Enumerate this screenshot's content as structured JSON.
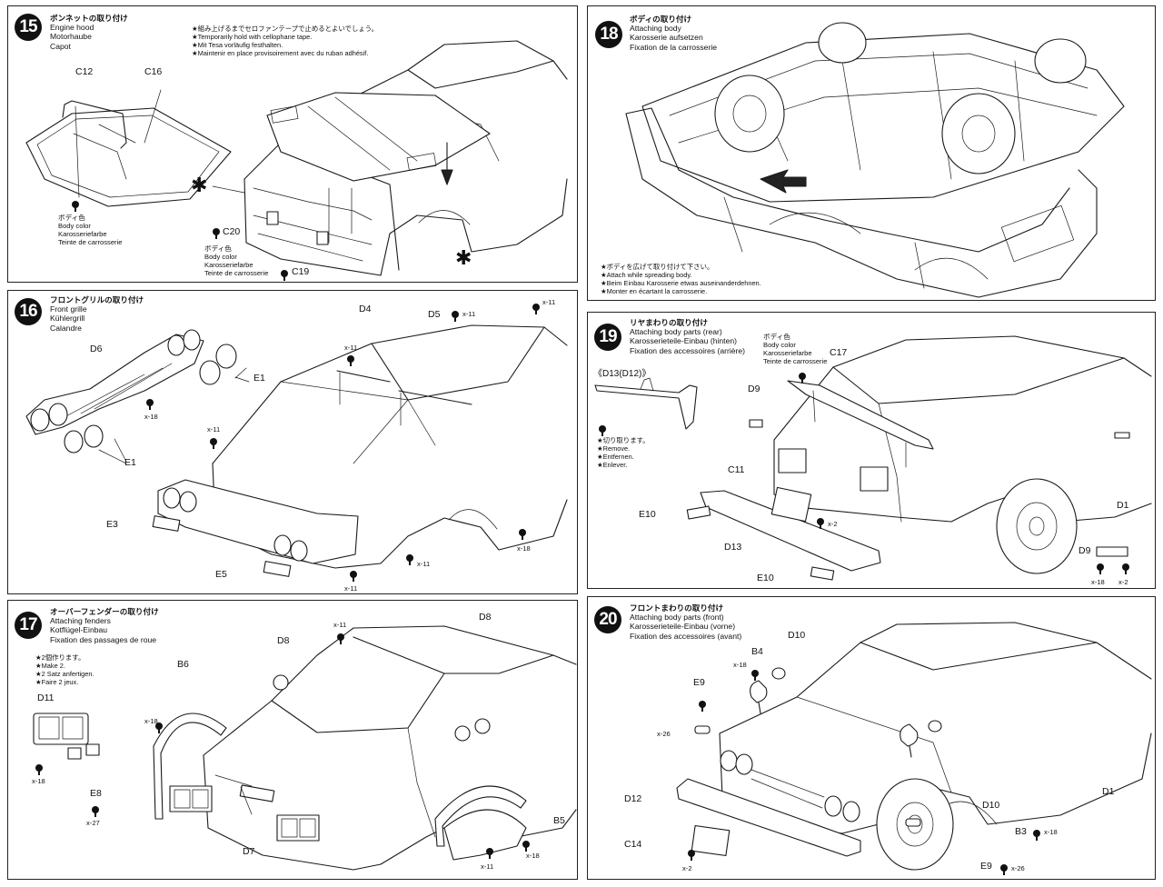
{
  "steps": {
    "s15": {
      "num": "15",
      "title_jp": "ボンネットの取り付け",
      "title_en": "Engine hood",
      "title_de": "Motorhaube",
      "title_fr": "Capot",
      "note": [
        "★組み上げるまでセロファンテープで止めるとよいでしょう。",
        "★Temporarily hold with cellophane tape.",
        "★Mit Tesa vorläufig festhalten.",
        "★Maintenir en place provisoirement avec du ruban adhésif."
      ],
      "labels": {
        "c12": "C12",
        "c16": "C16",
        "c20": "C20",
        "c19": "C19"
      },
      "paint1": [
        "ボディ色",
        "Body color",
        "Karosseriefarbe",
        "Teinte de carrosserie"
      ],
      "paint2": [
        "ボディ色",
        "Body color",
        "Karosseriefarbe",
        "Teinte de carrosserie"
      ]
    },
    "s16": {
      "num": "16",
      "title_jp": "フロントグリルの取り付け",
      "title_en": "Front grille",
      "title_de": "Kühlergrill",
      "title_fr": "Calandre",
      "labels": {
        "d6": "D6",
        "e1a": "E1",
        "e1b": "E1",
        "d4": "D4",
        "d5": "D5",
        "e3": "E3",
        "e5": "E5"
      },
      "x11": "x-11",
      "x18": "x-18"
    },
    "s17": {
      "num": "17",
      "title_jp": "オーバーフェンダーの取り付け",
      "title_en": "Attaching fenders",
      "title_de": "Kotflügel-Einbau",
      "title_fr": "Fixation des passages de roue",
      "note": [
        "★2個作ります。",
        "★Make 2.",
        "★2 Satz anfertigen.",
        "★Faire 2 jeux."
      ],
      "labels": {
        "d11": "D11",
        "e8": "E8",
        "b6": "B6",
        "d8a": "D8",
        "d8b": "D8",
        "d7": "D7",
        "b5": "B5"
      },
      "x11": "x-11",
      "x18": "x-18",
      "x27": "x-27"
    },
    "s18": {
      "num": "18",
      "title_jp": "ボディの取り付け",
      "title_en": "Attaching body",
      "title_de": "Karosserie aufsetzen",
      "title_fr": "Fixation de la carrosserie",
      "note": [
        "★ボディを広げて取り付けて下さい。",
        "★Attach while spreading body.",
        "★Beim Einbau Karosserie etwas auseinanderdehnen.",
        "★Monter en écartant la carrosserie."
      ]
    },
    "s19": {
      "num": "19",
      "title_jp": "リヤまわりの取り付け",
      "title_en": "Attaching body parts (rear)",
      "title_de": "Karosserieteile-Einbau (hinten)",
      "title_fr": "Fixation des accessoires (arrière)",
      "subpart": "《D13(D12)》",
      "note": [
        "★切り取ります。",
        "★Remove.",
        "★Entfernen.",
        "★Enlever."
      ],
      "paint": [
        "ボディ色",
        "Body color",
        "Karosseriefarbe",
        "Teinte de carrosserie"
      ],
      "labels": {
        "c17": "C17",
        "d9a": "D9",
        "c11": "C11",
        "e10a": "E10",
        "d13": "D13",
        "e10b": "E10",
        "d1": "D1",
        "d9b": "D9"
      },
      "x2": "x-2",
      "x18": "x-18"
    },
    "s20": {
      "num": "20",
      "title_jp": "フロントまわりの取り付け",
      "title_en": "Attaching body parts (front)",
      "title_de": "Karosserieteile-Einbau (vorne)",
      "title_fr": "Fixation des accessoires (avant)",
      "labels": {
        "d10a": "D10",
        "b4": "B4",
        "e9a": "E9",
        "d12": "D12",
        "c14": "C14",
        "d10b": "D10",
        "d1": "D1",
        "b3": "B3",
        "e9b": "E9"
      },
      "x18": "x-18",
      "x26": "x-26",
      "x2": "x-2"
    }
  }
}
